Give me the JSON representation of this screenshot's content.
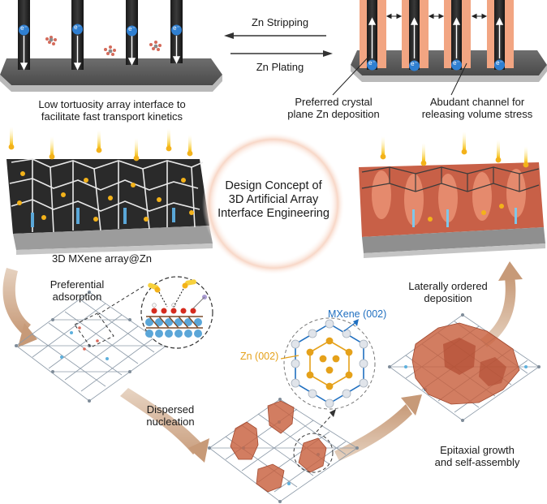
{
  "top": {
    "left_caption_1": "Low tortuosity array interface to",
    "left_caption_2": "facilitate fast transport kinetics",
    "stripping": "Zn Stripping",
    "plating": "Zn Plating",
    "electron": "e⁻",
    "right_caption_a_1": "Preferred crystal",
    "right_caption_a_2": "plane Zn deposition",
    "right_caption_b_1": "Abudant channel for",
    "right_caption_b_2": "releasing volume stress"
  },
  "center": {
    "line1": "Design Concept of",
    "line2": "3D Artificial Array",
    "line3": "Interface Engineering"
  },
  "left": {
    "array_label": "3D MXene array@Zn",
    "step1_1": "Preferential",
    "step1_2": "adsorption",
    "step2_1": "Dispersed",
    "step2_2": "nucleation"
  },
  "right": {
    "step3_1": "Laterally ordered",
    "step3_2": "deposition",
    "step4_1": "Epitaxial growth",
    "step4_2": "and self-assembly"
  },
  "crystal": {
    "mxene_label": "MXene (002)",
    "zn_label": "Zn (002)"
  },
  "colors": {
    "mxene_blue": "#1f6fc0",
    "zn_orange": "#e5a11a",
    "copper": "#c8603e",
    "arrow_tan": "#d7b89c"
  }
}
